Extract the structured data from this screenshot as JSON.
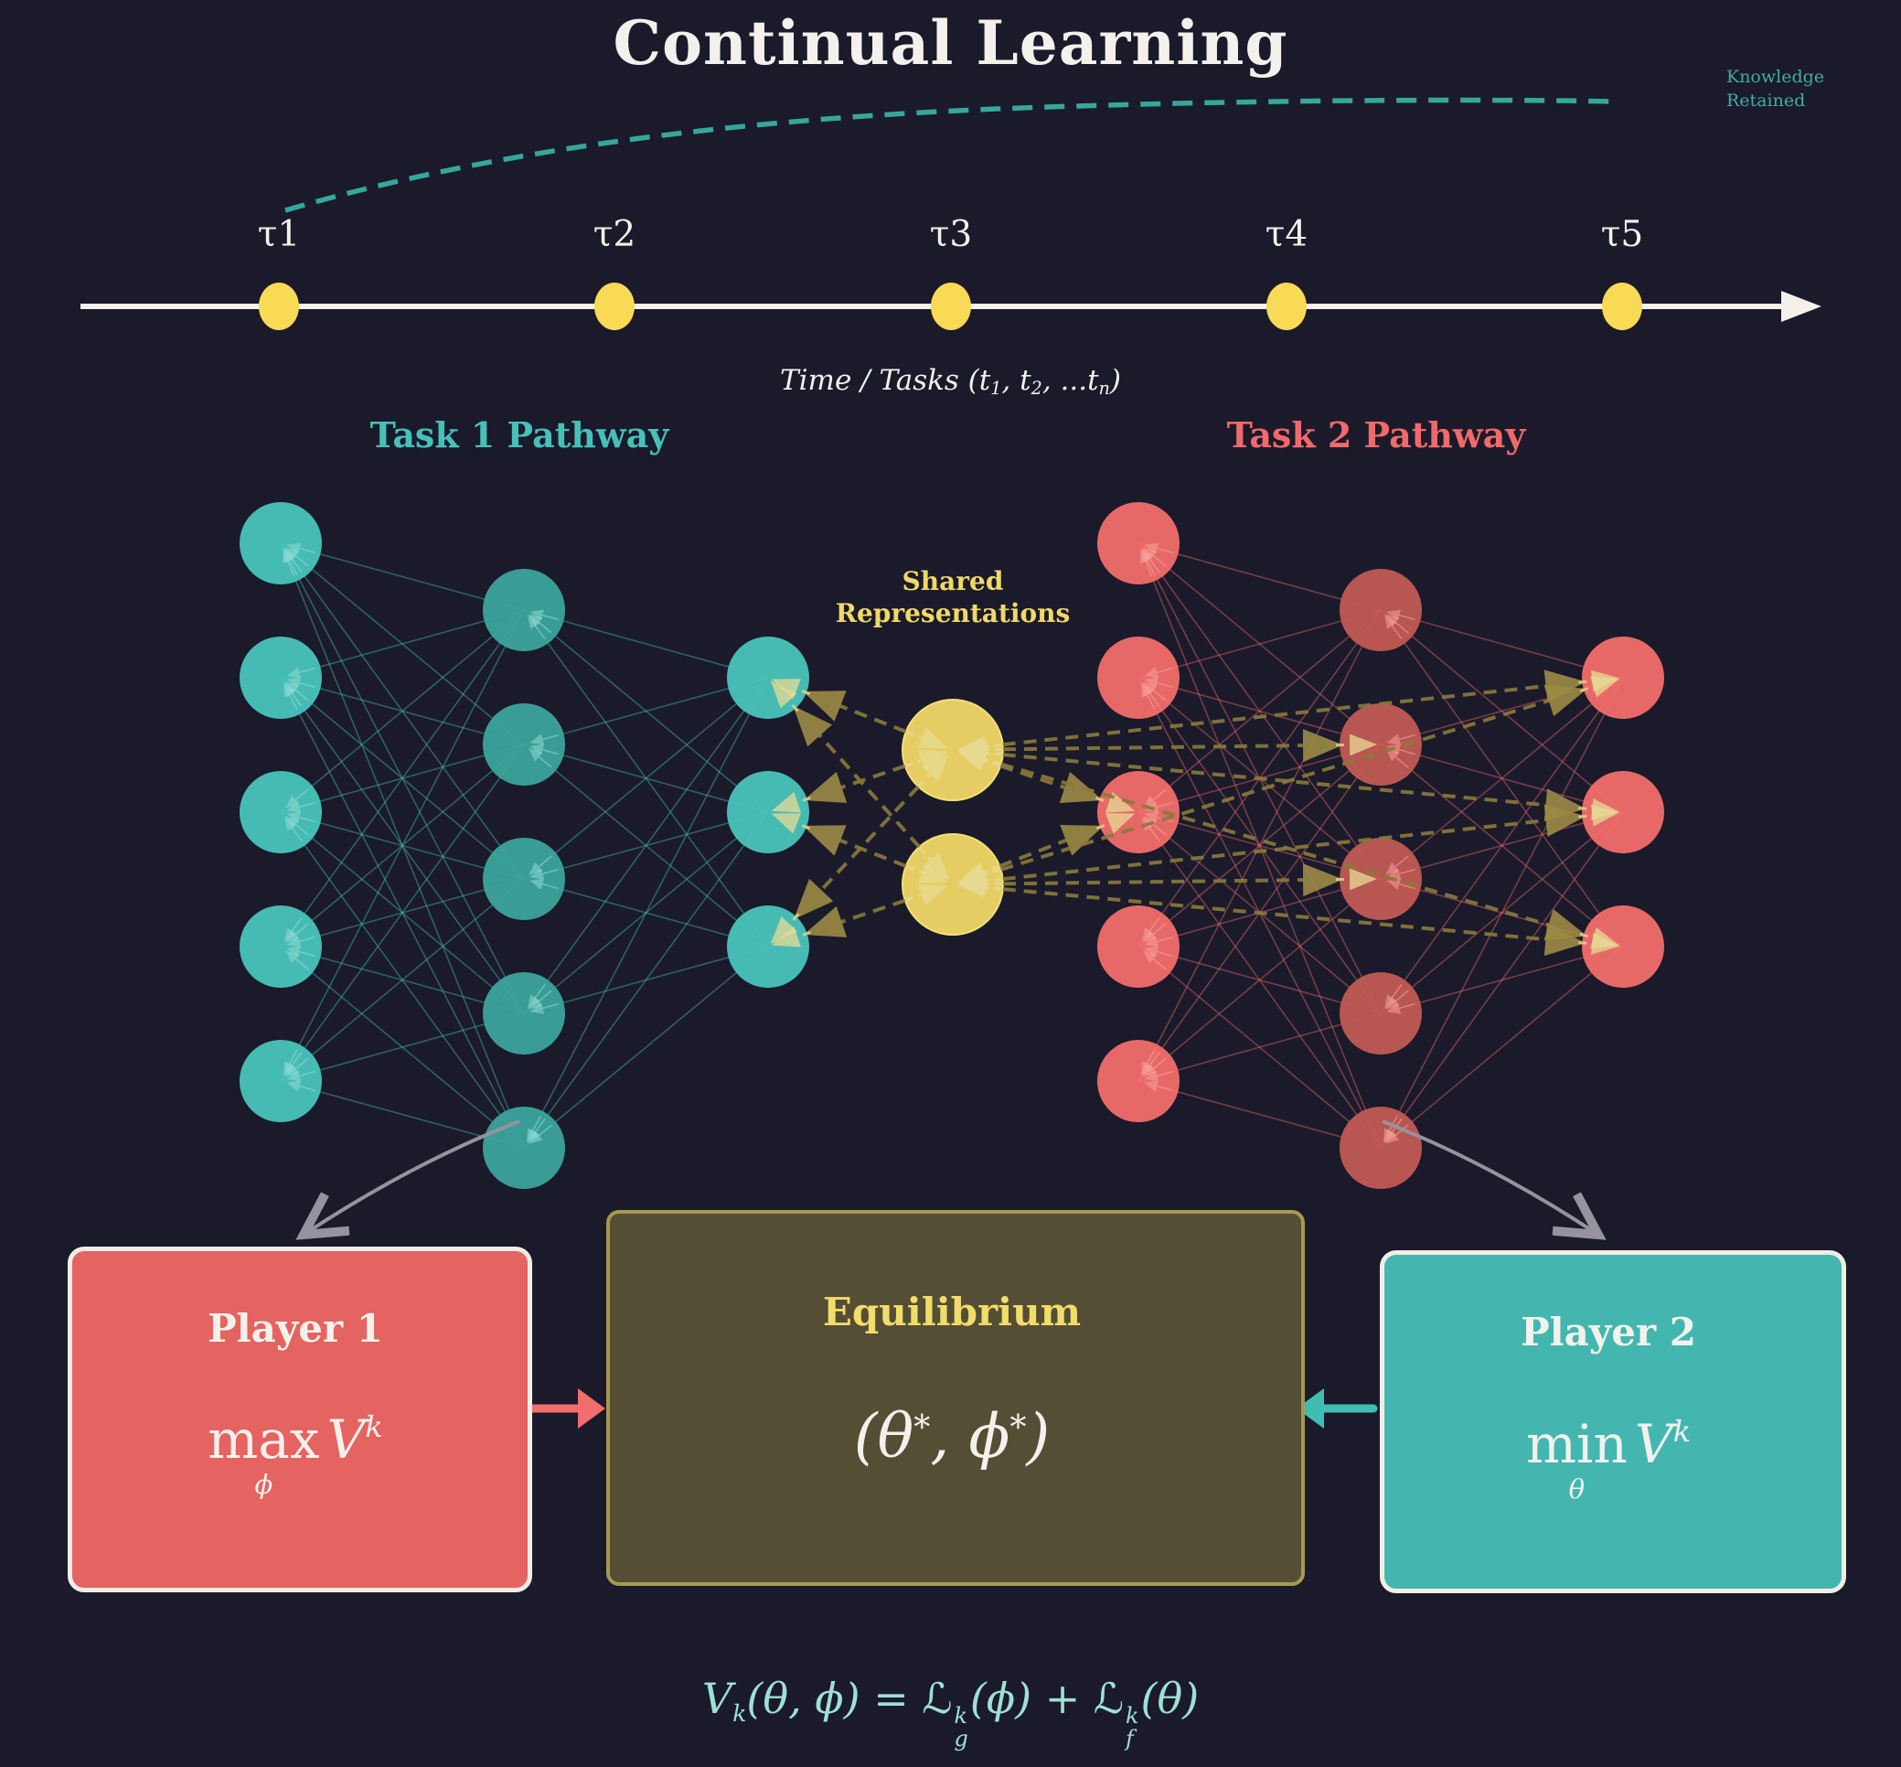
{
  "title": "Continual Learning",
  "knowledge_label": {
    "line1": "Knowledge",
    "line2": "Retained"
  },
  "timeline": {
    "ticks": [
      "τ1",
      "τ2",
      "τ3",
      "τ4",
      "τ5"
    ],
    "axis_label": {
      "prefix": "Time / Tasks (t",
      "sub1": "1",
      "mid1": ", t",
      "sub2": "2",
      "mid2": ", ...t",
      "subn": "n",
      "suffix": ")"
    }
  },
  "pathways": {
    "task1_label": "Task 1 Pathway",
    "task2_label": "Task 2 Pathway",
    "shared_label": {
      "line1": "Shared",
      "line2": "Representations"
    }
  },
  "network_structure": {
    "task1": {
      "layers": [
        5,
        5,
        3
      ],
      "color": "#49c4ba",
      "mid_color": "#3ba49c"
    },
    "task2": {
      "layers": [
        5,
        5,
        3
      ],
      "color": "#f26e6a",
      "mid_color": "#c15a54"
    },
    "shared": {
      "count": 2,
      "color": "#ecd466"
    }
  },
  "game": {
    "player1": {
      "title": "Player 1",
      "op": "max",
      "op_sub": "ϕ",
      "value": "V",
      "value_sub": "k"
    },
    "player2": {
      "title": "Player 2",
      "op": "min",
      "op_sub": "θ",
      "value": "V",
      "value_sub": "k"
    },
    "equilibrium": {
      "title": "Equilibrium",
      "point": {
        "open": "(θ",
        "star1": "*",
        "mid": ", ϕ",
        "star2": "*",
        "close": ")"
      }
    }
  },
  "formula": {
    "lhs": "V",
    "lhs_sub": "k",
    "args": "(θ, ϕ)",
    "equals": "=",
    "term1": {
      "l": "ℒ",
      "sup": "k",
      "sub": "g",
      "arg": "(ϕ)"
    },
    "plus": "+",
    "term2": {
      "l": "ℒ",
      "sup": "k",
      "sub": "f",
      "arg": "(θ)"
    }
  },
  "colors": {
    "background": "#1a1a2b",
    "text": "#f4f1ec",
    "teal": "#49c4ba",
    "teal_dark": "#3ba49c",
    "teal_label": "#45c1b8",
    "red": "#f26e6a",
    "red_dark": "#c15a54",
    "red_label": "#f0696b",
    "yellow_node": "#ecd466",
    "timeline_dot": "#f8da55",
    "shared_label": "#f0d966",
    "equilibrium_title": "#f2dc6a",
    "olive_dash": "#8a7a3a",
    "eq_box_bg": "#544e35",
    "eq_box_border": "#a89a4d",
    "p1_bg": "#e56360",
    "p2_bg": "#43b7af",
    "box_border": "#f2ede5",
    "gray_arrow": "#96939e",
    "formula_text": "#9fe0d6",
    "curve": "#35a79b"
  }
}
